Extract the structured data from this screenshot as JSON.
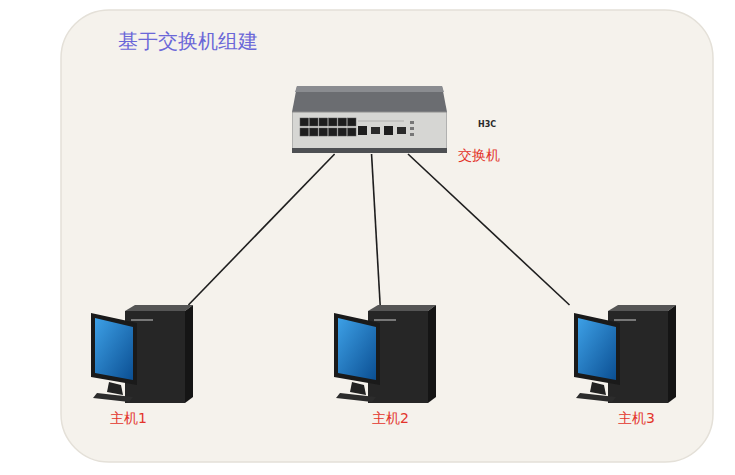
{
  "diagram": {
    "title": "基于交换机组建",
    "nodes": [
      {
        "text": [
          "交换机"
        ]
      },
      {
        "text": [
          "主机1"
        ]
      },
      {
        "text": [
          "主机2"
        ]
      },
      {
        "text": [
          "主机3"
        ]
      }
    ],
    "edges": [
      {
        "from": 0,
        "to": 1,
        "arrow": "none"
      },
      {
        "from": 0,
        "to": 2,
        "arrow": "none"
      },
      {
        "from": 0,
        "to": 3,
        "arrow": "none"
      }
    ],
    "labels": [
      "H3C"
    ]
  }
}
